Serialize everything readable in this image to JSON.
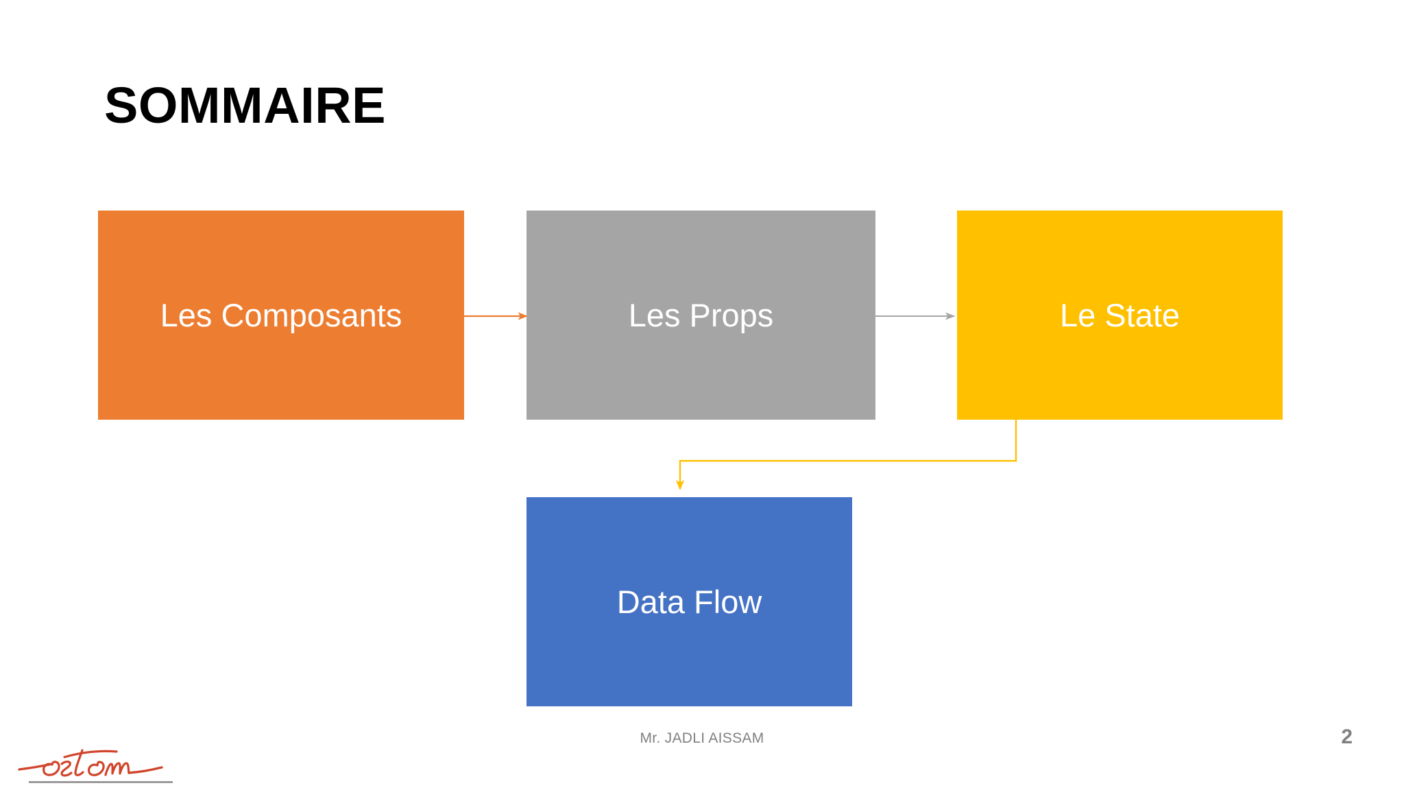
{
  "slide": {
    "title": "SOMMAIRE",
    "background_color": "#FFFFFF"
  },
  "diagram": {
    "type": "flow",
    "nodes": [
      {
        "id": "composants",
        "label": "Les Composants",
        "color": "#ED7D31",
        "text_color": "#FFFFFF",
        "row": 1,
        "col": 1
      },
      {
        "id": "props",
        "label": "Les Props",
        "color": "#A5A5A5",
        "text_color": "#FFFFFF",
        "row": 1,
        "col": 2
      },
      {
        "id": "state",
        "label": "Le State",
        "color": "#FFC000",
        "text_color": "#FFFFFF",
        "row": 1,
        "col": 3
      },
      {
        "id": "dataflow",
        "label": "Data Flow",
        "color": "#4472C4",
        "text_color": "#FFFFFF",
        "row": 2,
        "col": 2
      }
    ],
    "edges": [
      {
        "from": "composants",
        "to": "props",
        "color": "#ED7D31",
        "style": "straight-arrow"
      },
      {
        "from": "props",
        "to": "state",
        "color": "#A5A5A5",
        "style": "straight-arrow"
      },
      {
        "from": "state",
        "to": "dataflow",
        "color": "#FFC000",
        "style": "elbow-arrow"
      }
    ]
  },
  "footer": {
    "author": "Mr. JADLI AISSAM",
    "page_number": "2",
    "logo_text": "estem",
    "logo_color": "#D0452B",
    "text_color": "#808080"
  }
}
